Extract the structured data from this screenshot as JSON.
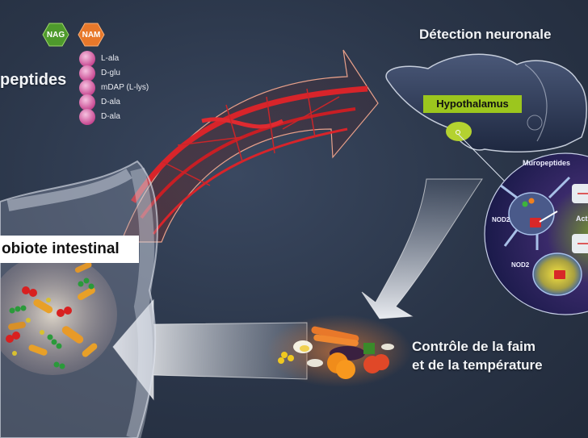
{
  "labels": {
    "peptides": "peptides",
    "detection": "Détection neuronale",
    "hypothalamus": "Hypothalamus",
    "microbiote": "obiote intestinal",
    "controle_line1": "Contrôle de la faim",
    "controle_line2": "et de la température",
    "muropeptides": "Muropeptides",
    "nod2_top": "NOD2",
    "nod2_bottom": "NOD2",
    "activation": "Act"
  },
  "molecule": {
    "sugars": [
      {
        "name": "NAG",
        "color": "#4e9a2c"
      },
      {
        "name": "NAM",
        "color": "#e8782a"
      }
    ],
    "amino_acids": [
      "L-ala",
      "D-glu",
      "mDAP (L-lys)",
      "D-ala",
      "D-ala"
    ]
  },
  "colors": {
    "background": "#2c374a",
    "vessel_red": "#d8242a",
    "hypothalamus_green": "#9cc61e",
    "bead_pink": "#d04c9a"
  }
}
